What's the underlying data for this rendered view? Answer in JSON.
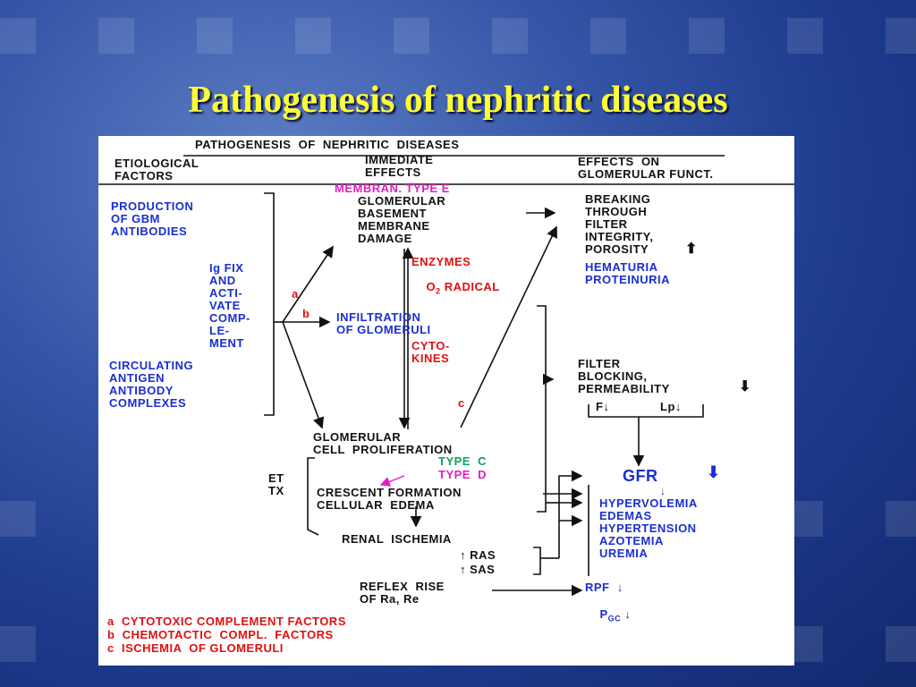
{
  "slide": {
    "title": "Pathogenesis of nephritic diseases"
  },
  "diagram": {
    "heading": "PATHOGENESIS  OF  NEPHRITIC  DISEASES",
    "columns": {
      "etiological": "ETIOLOGICAL\nFACTORS",
      "immediate": "IMMEDIATE\nEFFECTS",
      "effects": "EFFECTS  ON\nGLOMERULAR FUNCT."
    },
    "causes": {
      "gbm": "PRODUCTION\nOF GBM\nANTIBODIES",
      "igfix": "Ig FIX\nAND\nACTI-\nVATE\nCOMP-\nLE-\nMENT",
      "complexes": "CIRCULATING\nANTIGEN\nANTIBODY\nCOMPLEXES"
    },
    "path_labels": {
      "a": "a",
      "b": "b",
      "c": "c"
    },
    "immediate": {
      "membran_type": "MEMBRAN. TYPE E",
      "gbm_damage": "GLOMERULAR\nBASEMENT\nMEMBRANE\nDAMAGE",
      "enzymes": "ENZYMES",
      "o2_radical_pre": "O",
      "o2_radical_sub": "2",
      "o2_radical_post": " RADICAL",
      "infiltration": "INFILTRATION\nOF GLOMERULI",
      "cytokines": "CYTO-\nKINES",
      "proliferation": "GLOMERULAR\nCELL  PROLIFERATION",
      "type_c": "TYPE  C",
      "type_d": "TYPE  D",
      "et_tx": "ET\nTX",
      "crescent": "CRESCENT FORMATION\nCELLULAR  EDEMA",
      "renal_ischemia": "RENAL  ISCHEMIA",
      "ras": "↑ RAS",
      "sas": "↑ SAS",
      "reflex": "REFLEX  RISE\nOF Ra, Re"
    },
    "effects": {
      "breaking": "BREAKING\nTHROUGH\nFILTER\nINTEGRITY,\nPOROSITY",
      "hematuria": "HEMATURIA\nPROTEINURIA",
      "filter_blocking": "FILTER\nBLOCKING,\nPERMEABILITY",
      "f_down": "F↓",
      "lp_down": "Lp↓",
      "gfr": "GFR",
      "consequences": "HYPERVOLEMIA\nEDEMAS\nHYPERTENSION\nAZOTEMIA\nUREMIA",
      "rpf": "RPF  ↓",
      "pgc_pre": "P",
      "pgc_sub": "GC",
      "pgc_post": " ↓"
    },
    "legend": {
      "a": "a  CYTOTOXIC COMPLEMENT FACTORS",
      "b": "b  CHEMOTACTIC  COMPL.  FACTORS",
      "c": "c  ISCHEMIA  OF GLOMERULI"
    },
    "colors": {
      "blue": "#1a2fd0",
      "red": "#e01010",
      "magenta": "#e020c0",
      "green": "#10a060"
    }
  }
}
